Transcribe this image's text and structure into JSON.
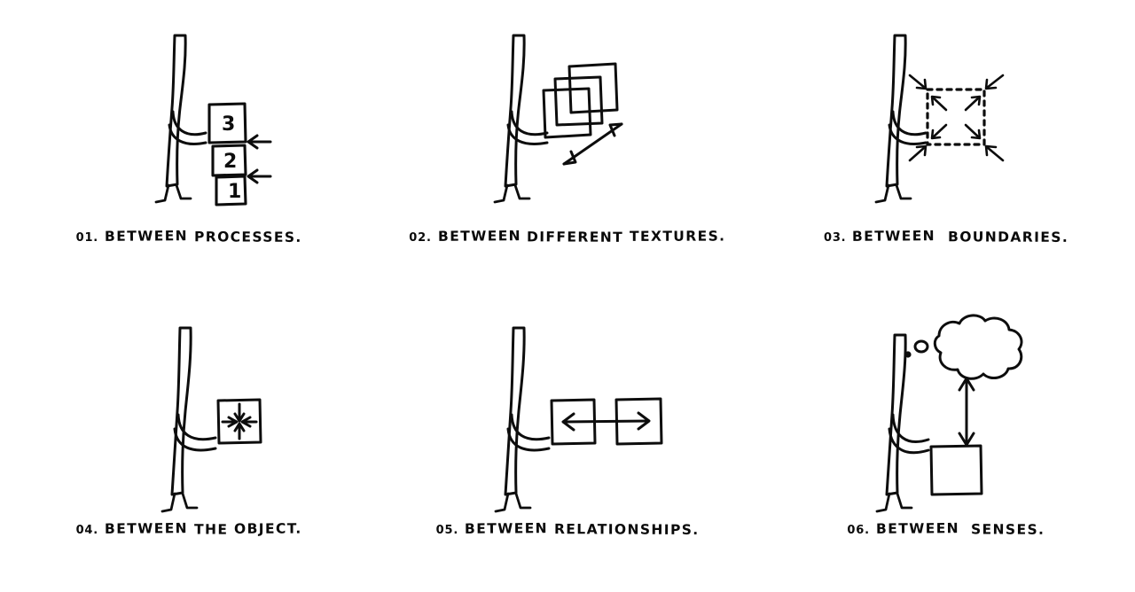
{
  "sheet": {
    "background_color": "#ffffff",
    "ink_color": "#0d0d0d",
    "columns": 3,
    "rows": 2
  },
  "panels": [
    {
      "id": "01",
      "number_label": "01.",
      "caption": "01. BETWEEN PROCESSES.",
      "caption_words": [
        "BETWEEN",
        "PROCESSES."
      ],
      "figure": "standing-figure",
      "objects": "stacked-numbered-boxes",
      "box_labels": [
        "3",
        "2",
        "1"
      ],
      "arrow_count": 2,
      "arrow_direction": "left"
    },
    {
      "id": "02",
      "number_label": "02.",
      "caption": "02. BETWEEN DIFFERENT TEXTURES.",
      "caption_words": [
        "BETWEEN",
        "DIFFERENT",
        "TEXTURES."
      ],
      "figure": "standing-figure",
      "objects": "three-overlapping-squares",
      "arrow_count": 1,
      "arrow_direction": "diagonal-double"
    },
    {
      "id": "03",
      "number_label": "03.",
      "caption": "03. BETWEEN BOUNDARIES.",
      "caption_words": [
        "BETWEEN",
        "BOUNDARIES."
      ],
      "figure": "standing-figure",
      "objects": "dashed-square",
      "arrow_count": 8,
      "arrow_direction": "inward-corners"
    },
    {
      "id": "04",
      "number_label": "04.",
      "caption": "04. BETWEEN THE OBJECT.",
      "caption_words": [
        "BETWEEN",
        "THE",
        "OBJECT."
      ],
      "figure": "standing-figure",
      "objects": "single-square",
      "arrow_count": 4,
      "arrow_direction": "converging-center"
    },
    {
      "id": "05",
      "number_label": "05.",
      "caption": "05. BETWEEN RELATIONSHIPS.",
      "caption_words": [
        "BETWEEN",
        "RELATIONSHIPS."
      ],
      "figure": "standing-figure",
      "objects": "two-squares",
      "arrow_count": 1,
      "arrow_direction": "horizontal-double"
    },
    {
      "id": "06",
      "number_label": "06.",
      "caption": "06. BETWEEN SENSES.",
      "caption_words": [
        "BETWEEN",
        "SENSES."
      ],
      "figure": "standing-figure-thinking",
      "objects": "thought-cloud-and-square",
      "arrow_count": 1,
      "arrow_direction": "vertical-double"
    }
  ]
}
